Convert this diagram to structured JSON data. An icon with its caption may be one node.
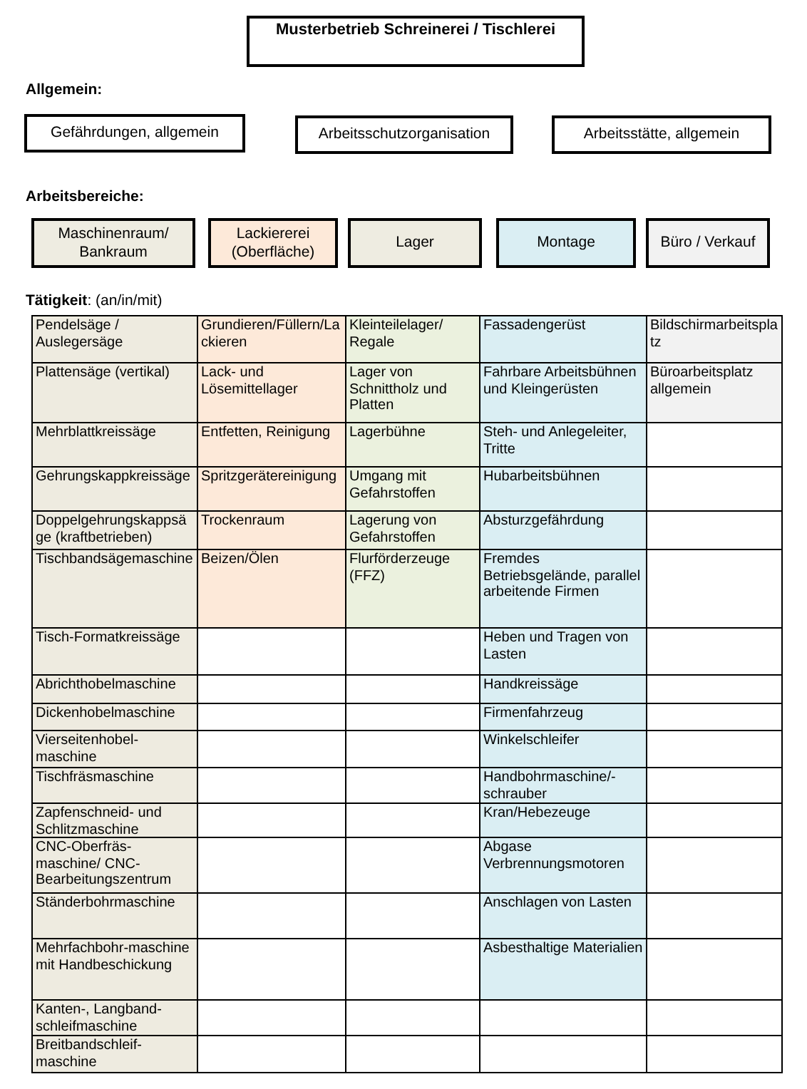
{
  "diagram": {
    "nodes": [
      {
        "text": [
          "Musterbetrieb Schreinerei / Tischlerei"
        ]
      },
      {
        "text": [
          "Gefährdungen, allgemein"
        ]
      },
      {
        "text": [
          "Arbeitsschutzorganisation"
        ]
      },
      {
        "text": [
          "Arbeitsstätte, allgemein"
        ]
      },
      {
        "text": [
          "Maschinenraum/ Bankraum"
        ]
      },
      {
        "text": [
          "Lackiererei (Oberfläche)"
        ]
      },
      {
        "text": [
          "Lager"
        ]
      },
      {
        "text": [
          "Montage"
        ]
      },
      {
        "text": [
          "Büro / Verkauf"
        ]
      }
    ],
    "labels": [
      "Allgemein:",
      "Arbeitsbereiche:",
      "**Tätigkeit**: (an/in/mit)",
      "Pendelsäge / Auslegersäge",
      "Grundieren/Füllern/Lackieren",
      "Kleinteilelager/ Regale",
      "Fassadengerüst",
      "Bildschirmarbeitsplatz",
      "Plattensäge (vertikal)",
      "Lack- und Lösemittellager",
      "Lager von Schnittholz und Platten",
      "Fahrbare Arbeitsbühnen und Kleingerüsten",
      "Büroarbeitsplatz allgemein",
      "Mehrblattkreissäge",
      "Entfetten, Reinigung",
      "Lagerbühne",
      "Steh- und Anlegeleiter, Tritte",
      "Gehrungskappkreissäge",
      "Spritzgerätereinigung",
      "Umgang mit Gefahrstoffen",
      "Hubarbeitsbühnen",
      "Doppelgehrungskappsäge (kraftbetrieben)",
      "Trockenraum",
      "Lagerung von Gefahrstoffen",
      "Absturzgefährdung",
      "Tischbandsägemaschine",
      "Beizen/Ölen",
      "Flurförderzeuge (FFZ)",
      "Fremdes Betriebsgelände, parallel arbeitende Firmen",
      "Tisch-Formatkreissäge",
      "Heben und Tragen von Lasten",
      "Abrichthobelmaschine",
      "Handkreissäge",
      "Dickenhobelmaschine",
      "Firmenfahrzeug",
      "Vierseitenhobel-maschine",
      "Winkelschleifer",
      "Tischfräsmaschine",
      "Handbohrmaschine/-schrauber",
      "Zapfenschneid- und Schlitzmaschine",
      "Kran/Hebezeuge",
      "CNC-Oberfräs-maschine/ CNC-Bearbeitungszentrum",
      "Abgase Verbrennungsmotoren",
      "Ständerbohrmaschine",
      "Anschlagen von Lasten",
      "Mehrfachbohr-maschine mit Handbeschickung",
      "Asbesthaltige Materialien",
      "Kanten-, Langband-schleifmaschine",
      "Breitbandschleif-maschine"
    ]
  }
}
